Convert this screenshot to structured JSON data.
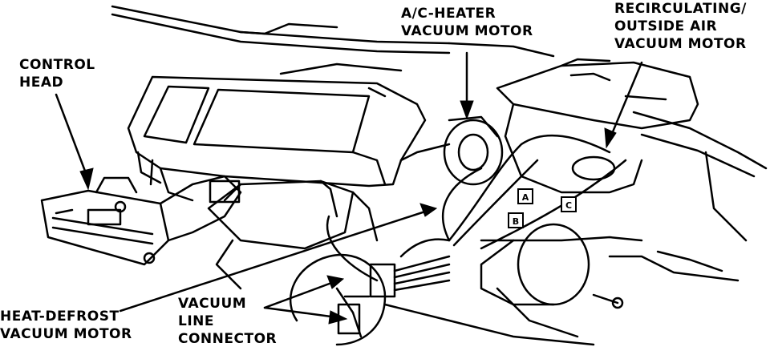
{
  "colors": {
    "background": "#ffffff",
    "ink": "#000000"
  },
  "labels": {
    "control_head": [
      "CONTROL",
      "HEAD"
    ],
    "ac_heater_vacuum_motor": [
      "A/C-HEATER",
      "VACUUM MOTOR"
    ],
    "recirculating_outside_air_vacuum_motor": [
      "RECIRCULATING/",
      "OUTSIDE AIR",
      "VACUUM MOTOR"
    ],
    "heat_defrost_vacuum_motor": [
      "HEAT-DEFROST",
      "VACUUM MOTOR"
    ],
    "vacuum_line_connector": [
      "VACUUM",
      "LINE",
      "CONNECTOR"
    ]
  },
  "part_letters": {
    "a": "A",
    "b": "B",
    "c": "C"
  }
}
